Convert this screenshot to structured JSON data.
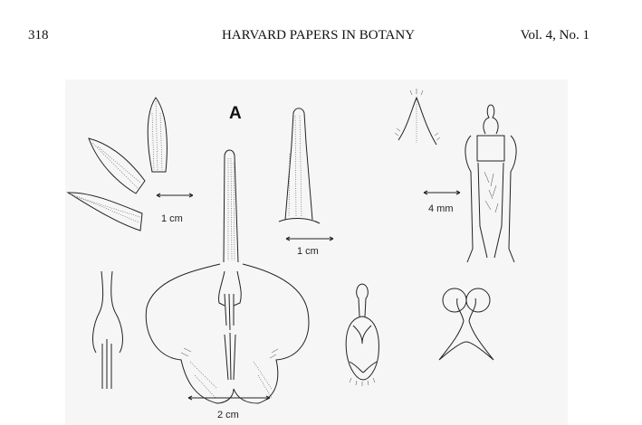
{
  "header": {
    "page_number": "318",
    "journal_title": "HARVARD PAPERS IN BOTANY",
    "volume": "Vol. 4, No. 1"
  },
  "figure": {
    "panel_label": "A",
    "scale_bars": {
      "sepals": "1 cm",
      "tube": "1 cm",
      "flower": "2 cm",
      "column": "4 mm"
    }
  }
}
